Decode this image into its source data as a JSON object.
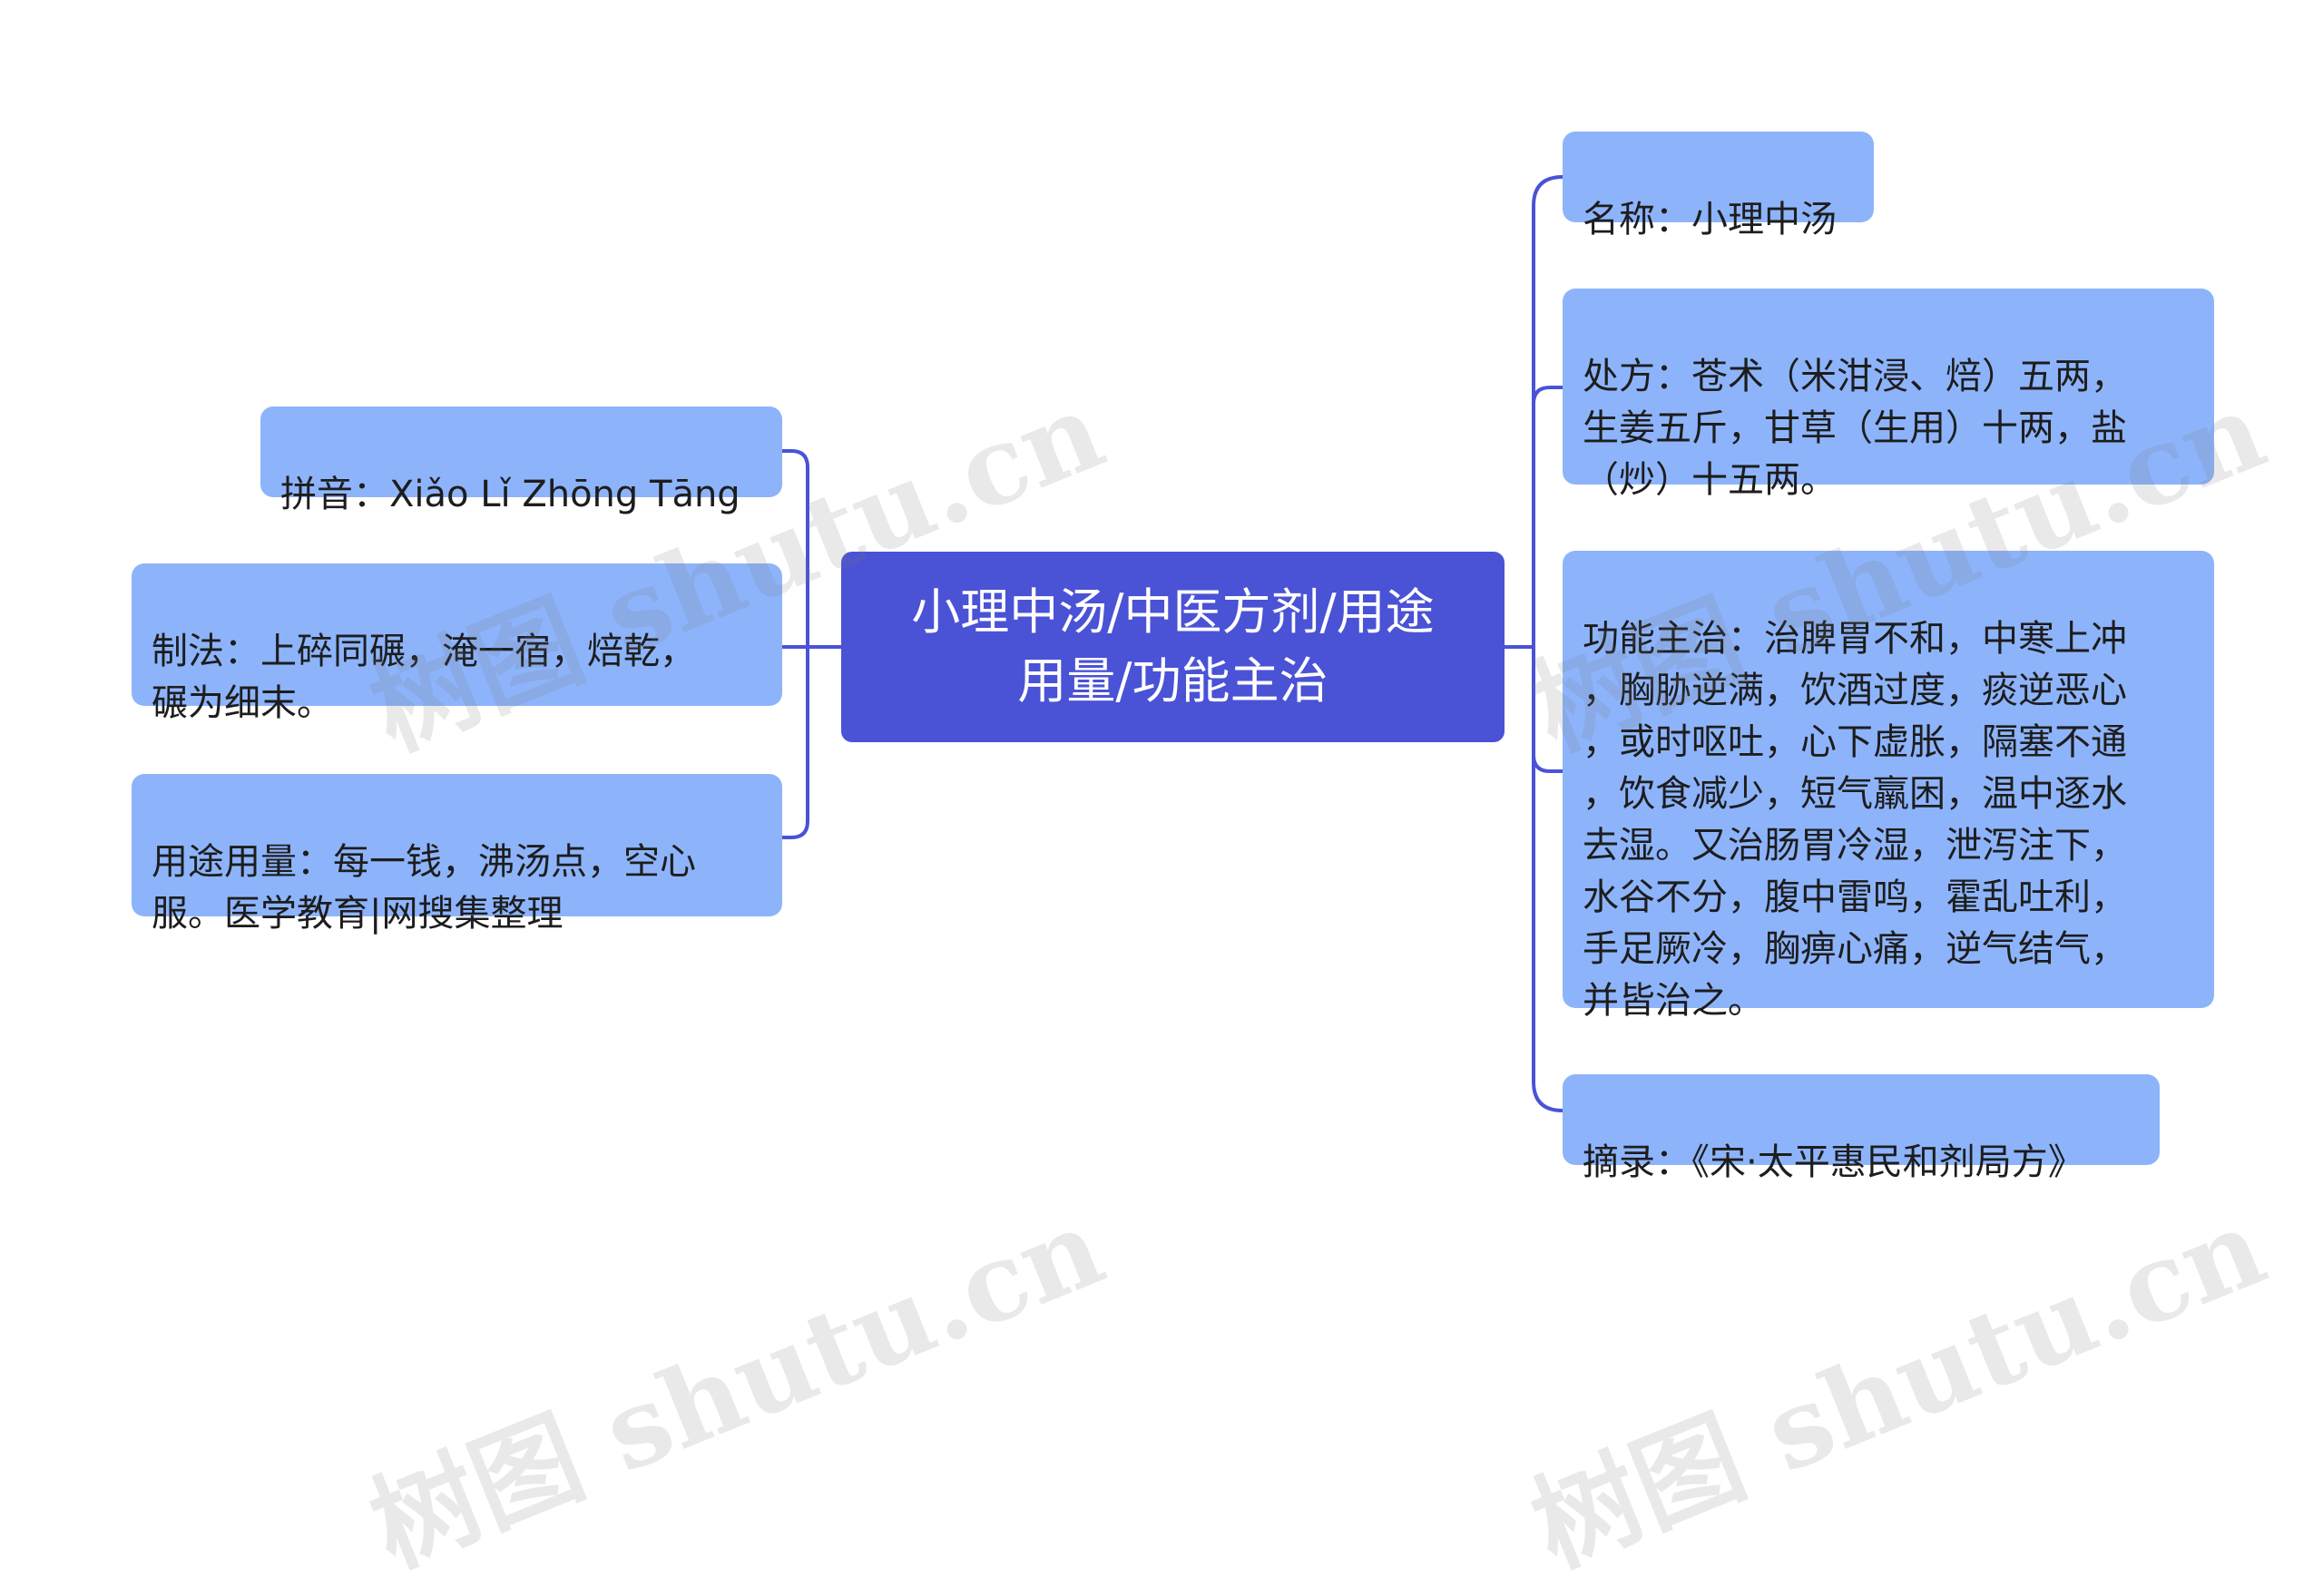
{
  "center": {
    "label": "小理中汤/中医方剂/用途\n用量/功能主治"
  },
  "left_nodes": [
    {
      "label": "拼音：Xiǎo Lǐ Zhōng Tāng"
    },
    {
      "label": "制法：上碎同碾，淹一宿，焙乾，\n碾为细末。"
    },
    {
      "label": "用途用量：每一钱，沸汤点，空心\n服。医学教育|网搜集整理"
    }
  ],
  "right_nodes": [
    {
      "label": "名称：小理中汤"
    },
    {
      "label": "处方：苍术（米泔浸、焙）五两，\n生姜五斤，甘草（生用）十两，盐\n（炒）十五两。"
    },
    {
      "label": "功能主治：治脾胃不和，中寒上冲\n，胸胁逆满，饮酒过度，痰逆恶心\n，或时呕吐，心下虚胀，隔塞不通\n，饮食减少，短气羸困，温中逐水\n去湿。又治肠胃冷湿，泄泻注下，\n水谷不分，腹中雷鸣，霍乱吐利，\n手足厥冷，胸痹心痛，逆气结气，\n并皆治之。"
    },
    {
      "label": "摘录：《宋·太平惠民和剂局方》"
    }
  ],
  "watermark": {
    "text": "树图 shutu.cn"
  },
  "colors": {
    "center_fill": "#4a52d6",
    "node_fill": "#8db4fb",
    "connector": "#4a52d6"
  }
}
